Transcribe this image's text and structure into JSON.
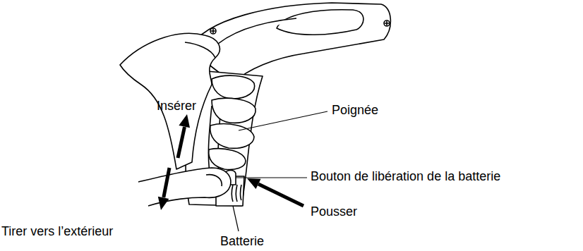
{
  "diagram": {
    "labels": [
      "Insérer",
      "Poignée",
      "Bouton de libération de la batterie",
      "Pousser",
      "Tirer vers l’extérieur",
      "Batterie"
    ]
  }
}
